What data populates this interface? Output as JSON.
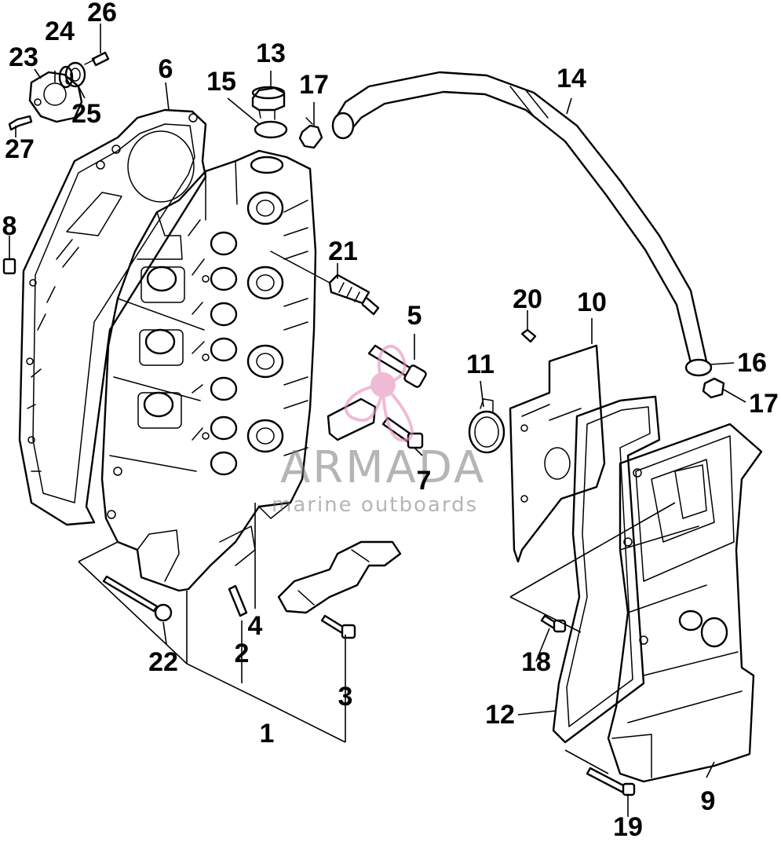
{
  "diagram": {
    "callouts": [
      {
        "id": "c1",
        "label": "1"
      },
      {
        "id": "c2",
        "label": "2"
      },
      {
        "id": "c3",
        "label": "3"
      },
      {
        "id": "c4",
        "label": "4"
      },
      {
        "id": "c5",
        "label": "5"
      },
      {
        "id": "c6",
        "label": "6"
      },
      {
        "id": "c7",
        "label": "7"
      },
      {
        "id": "c8",
        "label": "8"
      },
      {
        "id": "c9",
        "label": "9"
      },
      {
        "id": "c10",
        "label": "10"
      },
      {
        "id": "c11",
        "label": "11"
      },
      {
        "id": "c12",
        "label": "12"
      },
      {
        "id": "c13",
        "label": "13"
      },
      {
        "id": "c14",
        "label": "14"
      },
      {
        "id": "c15",
        "label": "15"
      },
      {
        "id": "c16",
        "label": "16"
      },
      {
        "id": "c17a",
        "label": "17"
      },
      {
        "id": "c17b",
        "label": "17"
      },
      {
        "id": "c18",
        "label": "18"
      },
      {
        "id": "c19",
        "label": "19"
      },
      {
        "id": "c20",
        "label": "20"
      },
      {
        "id": "c21",
        "label": "21"
      },
      {
        "id": "c22",
        "label": "22"
      },
      {
        "id": "c23",
        "label": "23"
      },
      {
        "id": "c24",
        "label": "24"
      },
      {
        "id": "c25",
        "label": "25"
      },
      {
        "id": "c26",
        "label": "26"
      },
      {
        "id": "c27",
        "label": "27"
      }
    ]
  },
  "watermark": {
    "brand": "ARMADA",
    "tagline": "marine outboards",
    "logo_color": "#e58fb8"
  }
}
